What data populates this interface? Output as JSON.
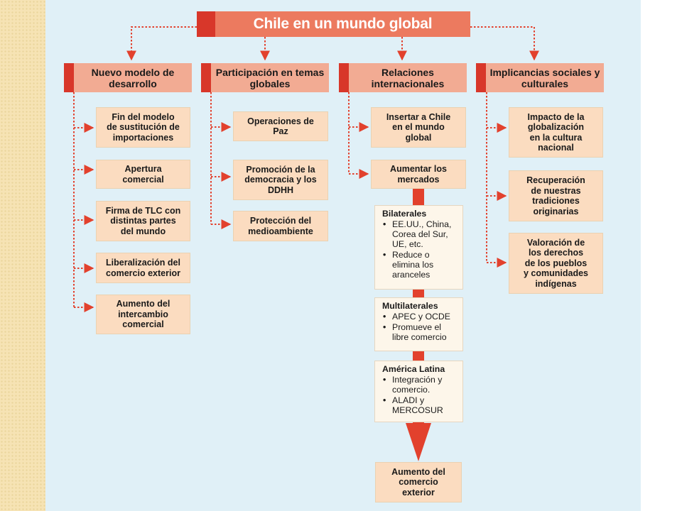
{
  "title": "Chile en un mundo global",
  "columns": [
    {
      "heading": "Nuevo modelo de desarrollo",
      "items": [
        "Fin del modelo\nde sustitución de\nimportaciones",
        "Apertura\ncomercial",
        "Firma de TLC con\ndistintas partes\ndel mundo",
        "Liberalización del\ncomercio exterior",
        "Aumento del\nintercambio\ncomercial"
      ]
    },
    {
      "heading": "Participación en temas globales",
      "items": [
        "Operaciones de\nPaz",
        "Promoción de la\ndemocracia y los\nDDHH",
        "Protección del\nmedioambiente"
      ]
    },
    {
      "heading": "Relaciones internacionales",
      "items": [
        "Insertar a Chile\nen el mundo\nglobal",
        "Aumentar los\nmercados"
      ],
      "agreements": [
        {
          "heading": "Bilaterales",
          "bullets": [
            "EE.UU., China,\nCorea del Sur,\nUE, etc.",
            "Reduce o\nelimina los\naranceles"
          ]
        },
        {
          "heading": "Multilaterales",
          "bullets": [
            "APEC y OCDE",
            "Promueve el\nlibre comercio"
          ]
        },
        {
          "heading": "América Latina",
          "bullets": [
            "Integración y\ncomercio.",
            "ALADI y\nMERCOSUR"
          ]
        }
      ],
      "result": "Aumento del\ncomercio\nexterior"
    },
    {
      "heading": "Implicancias sociales y culturales",
      "items": [
        "Impacto de la\nglobalización\nen la cultura\nnacional",
        "Recuperación\nde nuestras\ntradiciones\noriginarias",
        "Valoración de\nlos derechos\nde los pueblos\ny comunidades\nindígenas"
      ]
    }
  ],
  "colors": {
    "accent_red": "#d8372a",
    "title_fill": "#ec7a5f",
    "heading_fill": "#f2ab93",
    "item_fill": "#fbdcc0",
    "connector": "#e2412d",
    "background": "#e0f0f7"
  }
}
